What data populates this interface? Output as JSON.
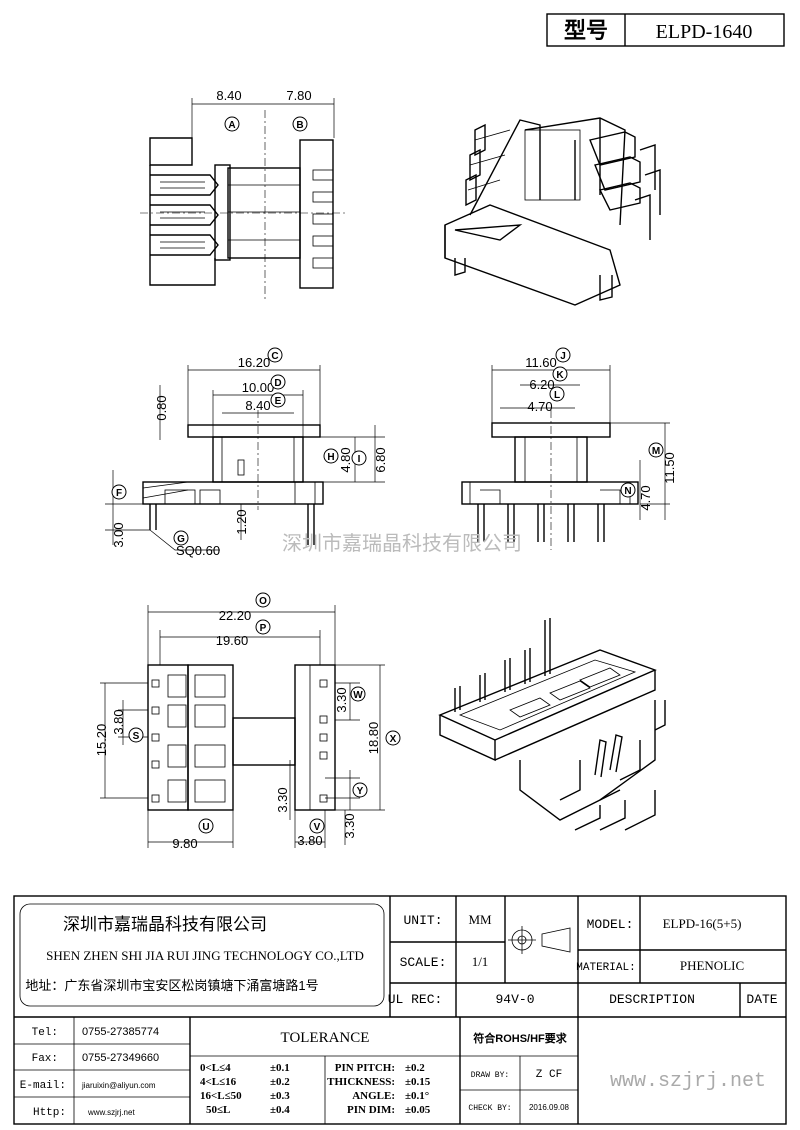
{
  "title_block": {
    "model_label": "型号",
    "model_value": "ELPD-1640"
  },
  "watermark": "深圳市嘉瑞晶科技有限公司",
  "dimensions": {
    "top_view": [
      "8.40",
      "7.80"
    ],
    "front_view": [
      "16.20",
      "10.00",
      "8.40",
      "0.80",
      "4.80",
      "6.80",
      "3.00",
      "1.20",
      "SQ0.60"
    ],
    "side_view": [
      "11.60",
      "6.20",
      "4.70",
      "11.50",
      "4.70"
    ],
    "bottom_view": [
      "22.20",
      "19.60",
      "15.20",
      "3.80",
      "3.30",
      "18.80",
      "3.30",
      "3.30",
      "9.80",
      "3.80"
    ]
  },
  "balloons": [
    "A",
    "B",
    "C",
    "D",
    "E",
    "F",
    "G",
    "H",
    "I",
    "J",
    "K",
    "L",
    "M",
    "N",
    "O",
    "P",
    "S",
    "W",
    "X",
    "Y",
    "U",
    "V"
  ],
  "company": {
    "name_cn": "深圳市嘉瑞晶科技有限公司",
    "name_en": "SHEN ZHEN SHI  JIA RUI JING  TECHNOLOGY CO.,LTD",
    "address": "地址：广东省深圳市宝安区松岗镇塘下涌富塘路1号"
  },
  "specs": {
    "unit_label": "UNIT:",
    "unit_value": "MM",
    "scale_label": "SCALE:",
    "scale_value": "1/1",
    "ul_label": "UL REC:",
    "ul_value": "94V-0",
    "model_label": "MODEL:",
    "model_value": "ELPD-16(5+5)",
    "material_label": "MATERIAL:",
    "material_value": "PHENOLIC",
    "description_label": "DESCRIPTION",
    "date_label": "DATE"
  },
  "contacts": [
    {
      "label": "Tel:",
      "value": "0755-27385774"
    },
    {
      "label": "Fax:",
      "value": "0755-27349660"
    },
    {
      "label": "E-mail:",
      "value": "jiaruixin@aliyun.com"
    },
    {
      "label": "Http:",
      "value": "www.szjrj.net"
    }
  ],
  "tolerance": {
    "title": "TOLERANCE",
    "ranges": [
      {
        "range": "0<L≤4",
        "tol": "±0.1"
      },
      {
        "range": "4<L≤16",
        "tol": "±0.2"
      },
      {
        "range": "16<L≤50",
        "tol": "±0.3"
      },
      {
        "range": "50≤L",
        "tol": "±0.4"
      }
    ],
    "others": [
      {
        "label": "PIN PITCH:",
        "tol": "±0.2"
      },
      {
        "label": "THICKNESS:",
        "tol": "±0.15"
      },
      {
        "label": "ANGLE:",
        "tol": "±0.1°"
      },
      {
        "label": "PIN DIM:",
        "tol": "±0.05"
      }
    ]
  },
  "approval": {
    "rohs": "符合ROHS/HF要求",
    "draw_label": "DRAW BY:",
    "draw_value": "Z CF",
    "check_label": "CHECK BY:",
    "check_value": "2016.09.08"
  },
  "website_watermark": "www.szjrj.net"
}
